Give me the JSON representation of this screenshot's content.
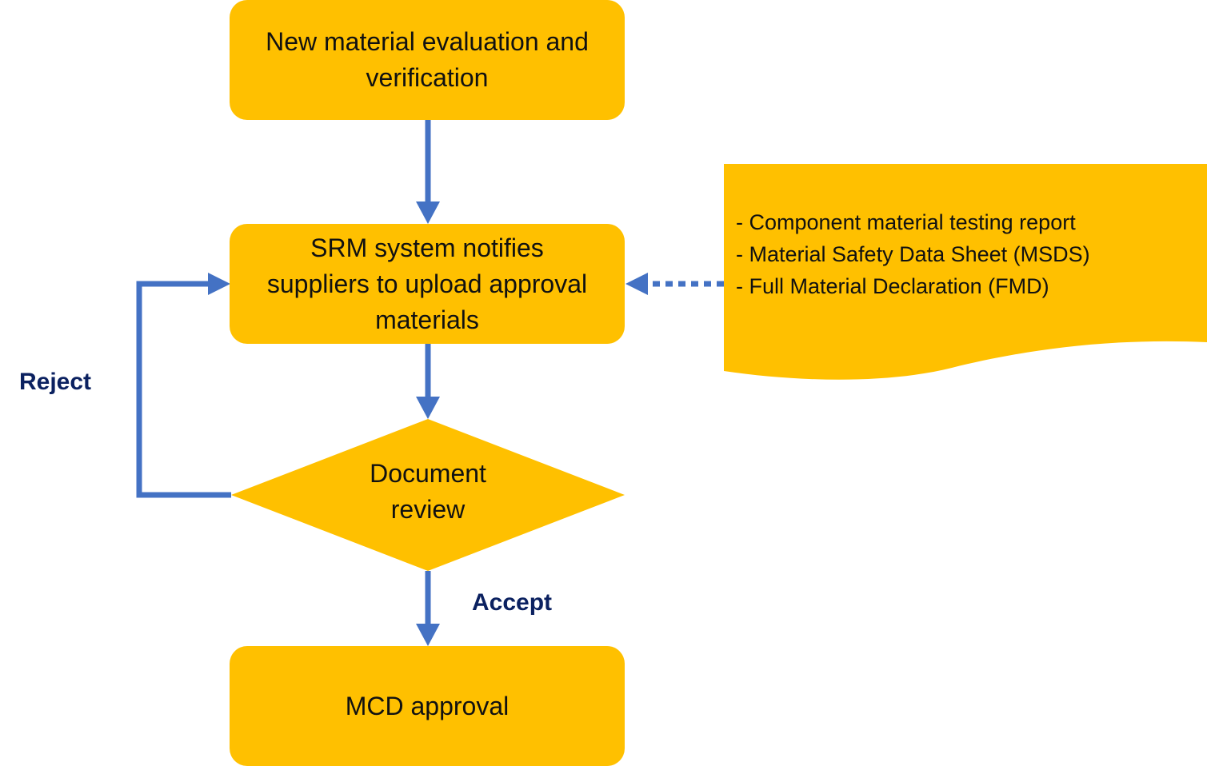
{
  "colors": {
    "node_fill": "#FFC000",
    "connector": "#4472C4",
    "label_text": "#0B2160",
    "node_text": "#111111"
  },
  "nodes": {
    "start": {
      "lines": [
        "New material evaluation and",
        "verification"
      ]
    },
    "srm": {
      "lines": [
        "SRM system notifies",
        "suppliers to upload approval",
        "materials"
      ]
    },
    "review": {
      "lines": [
        "Document",
        "review"
      ]
    },
    "mcd": {
      "lines": [
        "MCD approval"
      ]
    }
  },
  "documents": {
    "items": [
      "- Component material testing report",
      "- Material Safety Data Sheet (MSDS)",
      "- Full Material Declaration (FMD)"
    ]
  },
  "branches": {
    "reject": "Reject",
    "accept": "Accept"
  }
}
